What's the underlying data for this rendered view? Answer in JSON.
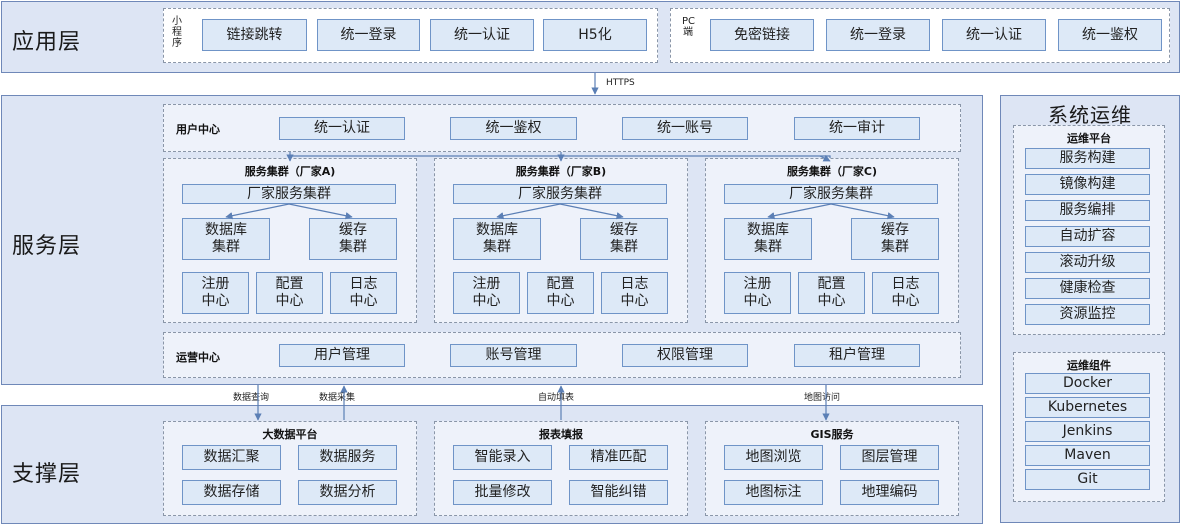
{
  "layers": {
    "app": "应用层",
    "service": "服务层",
    "support": "支撑层",
    "ops": "系统运维"
  },
  "app": {
    "mini_label": "小程序",
    "mini_items": [
      "链接跳转",
      "统一登录",
      "统一认证",
      "H5化"
    ],
    "pc_label": "PC端",
    "pc_items": [
      "免密链接",
      "统一登录",
      "统一认证",
      "统一鉴权"
    ]
  },
  "https_label": "HTTPS",
  "user_center": {
    "title": "用户中心",
    "items": [
      "统一认证",
      "统一鉴权",
      "统一账号",
      "统一审计"
    ]
  },
  "clusters": [
    {
      "title": "服务集群（厂家A)",
      "vendor": "厂家服务集群",
      "db": "数据库集群",
      "cache": "缓存集群",
      "bottom": [
        "注册中心",
        "配置中心",
        "日志中心"
      ]
    },
    {
      "title": "服务集群（厂家B)",
      "vendor": "厂家服务集群",
      "db": "数据库集群",
      "cache": "缓存集群",
      "bottom": [
        "注册中心",
        "配置中心",
        "日志中心"
      ]
    },
    {
      "title": "服务集群（厂家C)",
      "vendor": "厂家服务集群",
      "db": "数据库集群",
      "cache": "缓存集群",
      "bottom": [
        "注册中心",
        "配置中心",
        "日志中心"
      ]
    }
  ],
  "ops_center": {
    "title": "运营中心",
    "items": [
      "用户管理",
      "账号管理",
      "权限管理",
      "租户管理"
    ]
  },
  "arrow_labels": {
    "data_query": "数据查询",
    "data_collect": "数据采集",
    "auto_fill": "自动填表",
    "map_access": "地图访问"
  },
  "bigdata": {
    "title": "大数据平台",
    "items": [
      "数据汇聚",
      "数据服务",
      "数据存储",
      "数据分析"
    ]
  },
  "report": {
    "title": "报表填报",
    "items": [
      "智能录入",
      "精准匹配",
      "批量修改",
      "智能纠错"
    ]
  },
  "gis": {
    "title": "GIS服务",
    "items": [
      "地图浏览",
      "图层管理",
      "地图标注",
      "地理编码"
    ]
  },
  "ops_platform": {
    "title": "运维平台",
    "items": [
      "服务构建",
      "镜像构建",
      "服务编排",
      "自动扩容",
      "滚动升级",
      "健康检查",
      "资源监控"
    ]
  },
  "ops_components": {
    "title": "运维组件",
    "items": [
      "Docker",
      "Kubernetes",
      "Jenkins",
      "Maven",
      "Git"
    ]
  },
  "colors": {
    "layer_bg": "#dde5f4",
    "box_bg": "#dde9f7",
    "box_border": "#6f94c7",
    "arrow": "#5b7fb5"
  }
}
